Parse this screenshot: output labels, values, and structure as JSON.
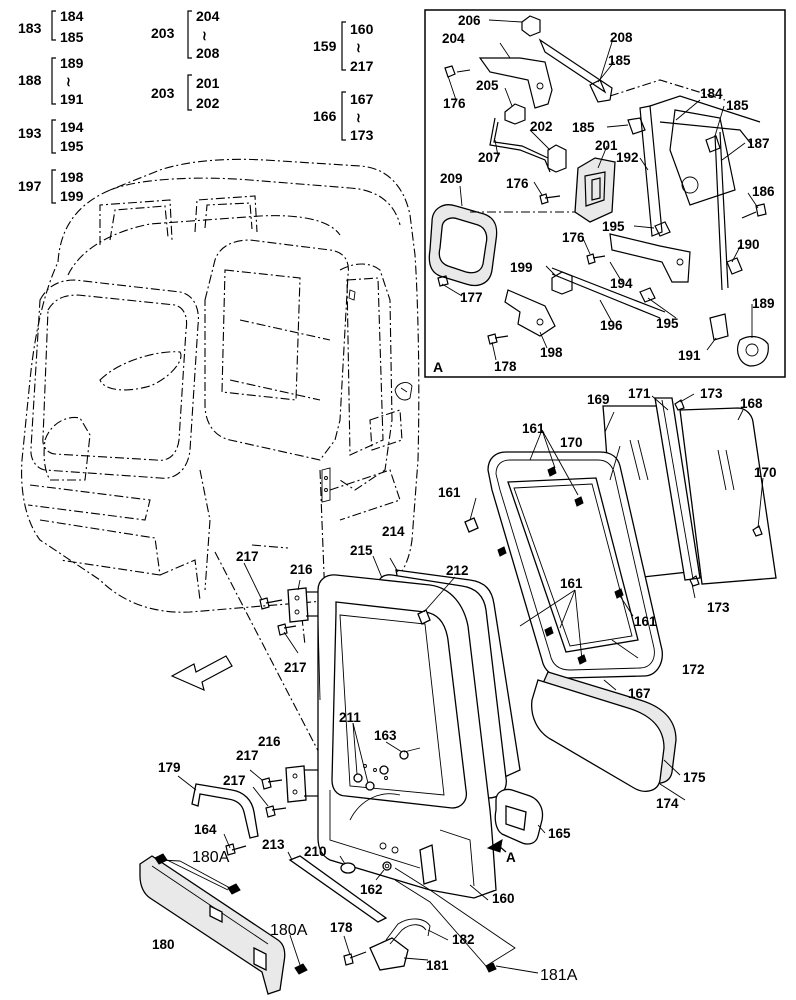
{
  "callouts": {
    "c206": "206",
    "c208": "208",
    "c204": "204",
    "c185a": "185",
    "c176a": "176",
    "c205": "205",
    "c184": "184",
    "c185b": "185",
    "c185c": "185",
    "c202": "202",
    "c187": "187",
    "c207": "207",
    "c201": "201",
    "c192": "192",
    "c209": "209",
    "c176b": "176",
    "c186": "186",
    "c176c": "176",
    "c195a": "195",
    "c190": "190",
    "c199": "199",
    "c194": "194",
    "c177": "177",
    "c195b": "195",
    "c196": "196",
    "c189": "189",
    "c198": "198",
    "c178a": "178",
    "c191": "191",
    "viewA": "A",
    "c169": "169",
    "c171": "171",
    "c173a": "173",
    "c168": "168",
    "c161a": "161",
    "c170a": "170",
    "c170b": "170",
    "c161b": "161",
    "c214": "214",
    "c215": "215",
    "c212": "212",
    "c217a": "217",
    "c216a": "216",
    "c161c": "161",
    "c173b": "173",
    "c161d": "161",
    "c217b": "217",
    "c172": "172",
    "c167": "167",
    "c211": "211",
    "c163": "163",
    "c216b": "216",
    "c217c": "217",
    "c179": "179",
    "c217d": "217",
    "c175": "175",
    "c174": "174",
    "c165": "165",
    "c164": "164",
    "c213": "213",
    "c180a": "180A",
    "arrowA": "A",
    "c210": "210",
    "c162": "162",
    "c160": "160",
    "c180": "180",
    "c180b": "180A",
    "c178b": "178",
    "c182": "182",
    "c181": "181",
    "c181a": "181A"
  },
  "legend_groups": [
    {
      "parent": "183",
      "items": [
        "184",
        "185"
      ],
      "range": false
    },
    {
      "parent": "203",
      "items": [
        "204",
        "208"
      ],
      "range": true
    },
    {
      "parent": "159",
      "items": [
        "160",
        "217"
      ],
      "range": true
    },
    {
      "parent": "188",
      "items": [
        "189",
        "191"
      ],
      "range": true
    },
    {
      "parent": "203",
      "items": [
        "201",
        "202"
      ],
      "range": false
    },
    {
      "parent": "166",
      "items": [
        "167",
        "173"
      ],
      "range": true
    },
    {
      "parent": "193",
      "items": [
        "194",
        "195"
      ],
      "range": false
    },
    {
      "parent": "197",
      "items": [
        "198",
        "199"
      ],
      "range": false
    }
  ],
  "range_symbol": "≀"
}
